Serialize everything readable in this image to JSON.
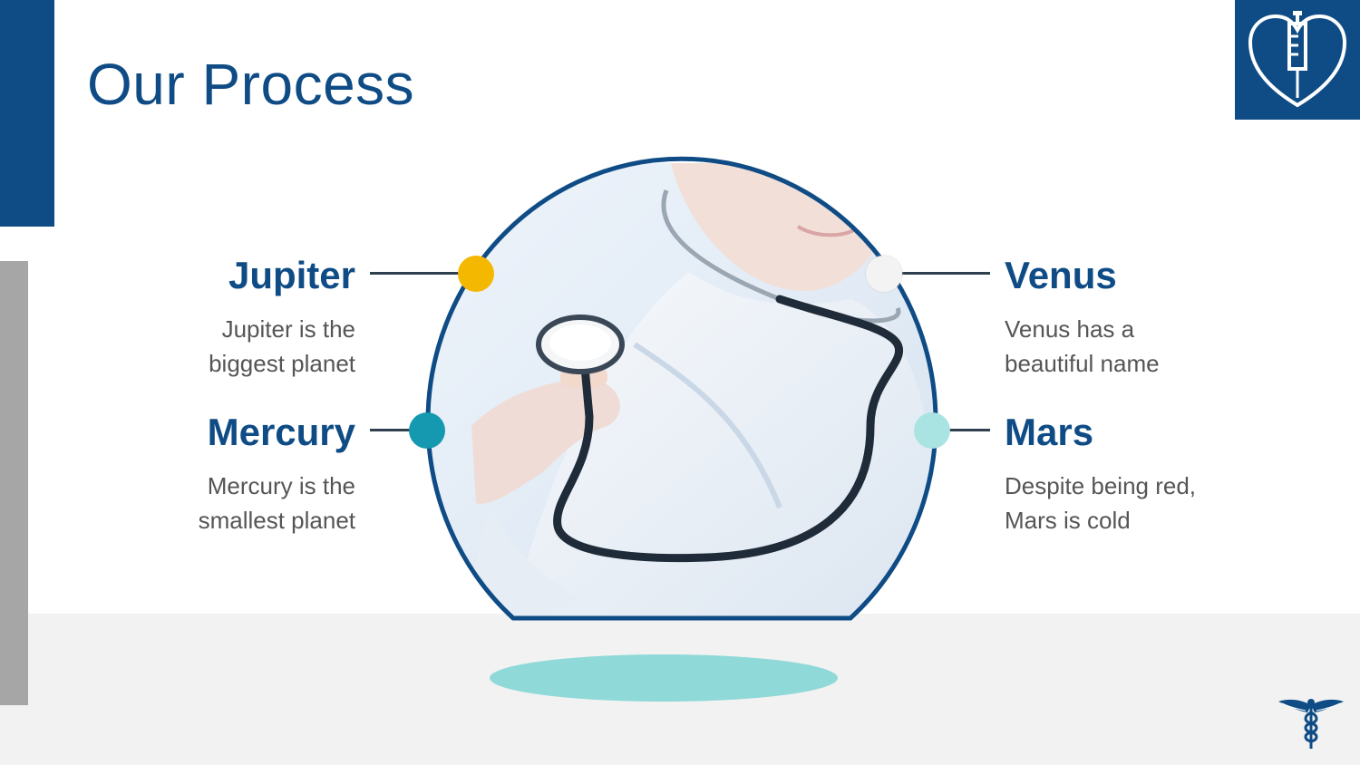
{
  "slide": {
    "title": "Our Process"
  },
  "items": [
    {
      "id": "jupiter",
      "title": "Jupiter",
      "description_line1": "Jupiter is the",
      "description_line2": "biggest planet",
      "dot_color": "#f5b800"
    },
    {
      "id": "mercury",
      "title": "Mercury",
      "description_line1": "Mercury is the",
      "description_line2": "smallest planet",
      "dot_color": "#1599b1"
    },
    {
      "id": "venus",
      "title": "Venus",
      "description_line1": "Venus has a",
      "description_line2": "beautiful name",
      "dot_color": "#f3f3f3"
    },
    {
      "id": "mars",
      "title": "Mars",
      "description_line1": "Despite being red,",
      "description_line2": "Mars is cold",
      "dot_color": "#a9e4e3"
    }
  ],
  "icons": {
    "logo": "heart-syringe-icon",
    "footer": "caduceus-icon"
  },
  "colors": {
    "primary": "#0f4c85",
    "gray_bar": "#a6a6a6",
    "floor": "#f2f2f2",
    "shadow": "#8fd9d8"
  }
}
